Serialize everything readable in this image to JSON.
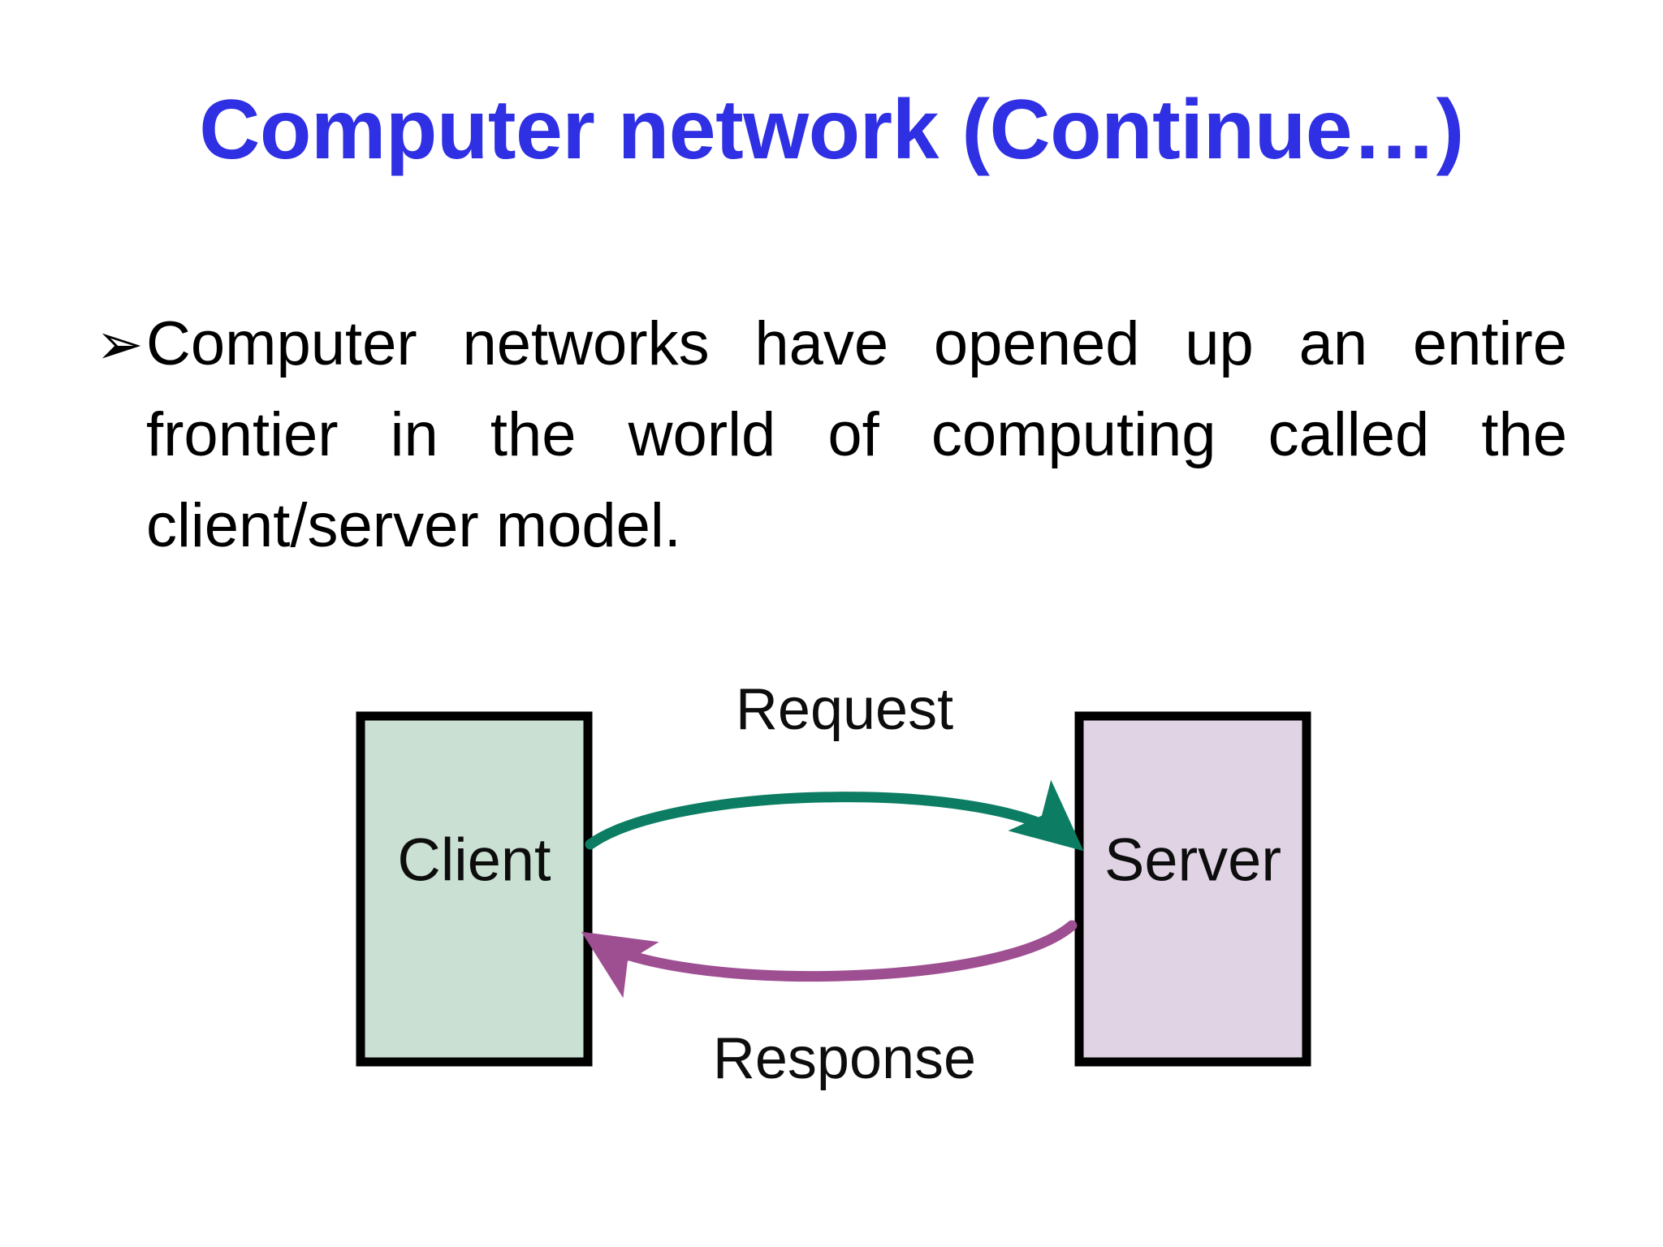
{
  "slide": {
    "title": "Computer network (Continue…)",
    "title_color": "#2f2fe3",
    "background_color": "#ffffff"
  },
  "body": {
    "bullet_marker": "➢",
    "bullet_text": "Computer networks have opened up an entire frontier in the world of computing called the client/server model."
  },
  "diagram": {
    "type": "client-server-request-response",
    "nodes": [
      {
        "id": "client",
        "label": "Client",
        "fill": "#c9e0d3",
        "stroke": "#000000"
      },
      {
        "id": "server",
        "label": "Server",
        "fill": "#e0d3e4",
        "stroke": "#000000"
      }
    ],
    "edges": [
      {
        "id": "request",
        "label": "Request",
        "from": "client",
        "to": "server",
        "color": "#0c7d63"
      },
      {
        "id": "response",
        "label": "Response",
        "from": "server",
        "to": "client",
        "color": "#9e4f91"
      }
    ]
  }
}
